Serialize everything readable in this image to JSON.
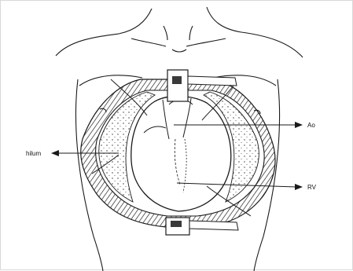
{
  "labels": {
    "ao": "Ao",
    "rv": "RV",
    "hilum": "hilum"
  },
  "colors": {
    "ink": "#1a1a1a",
    "paper": "#ffffff",
    "shade": "#3a3a3a"
  }
}
